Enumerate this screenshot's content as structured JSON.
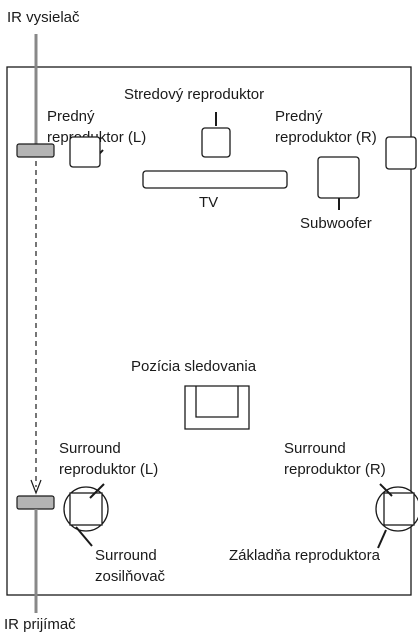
{
  "labels": {
    "ir_transmitter": "IR vysielač",
    "ir_receiver": "IR prijímač",
    "center_speaker": "Stredový reproduktor",
    "front_left_line1": "Predný",
    "front_left_line2": "reproduktor (L)",
    "front_right_line1": "Predný",
    "front_right_line2": "reproduktor (R)",
    "tv": "TV",
    "subwoofer": "Subwoofer",
    "listening_position": "Pozícia sledovania",
    "surround_left_line1": "Surround",
    "surround_left_line2": "reproduktor (L)",
    "surround_right_line1": "Surround",
    "surround_right_line2": "reproduktor (R)",
    "surround_amp_line1": "Surround",
    "surround_amp_line2": "zosilňovač",
    "speaker_stand": "Základňa reproduktora"
  },
  "colors": {
    "ir_device": "#b4b4b4",
    "ir_line": "#888888",
    "outline": "#1a1a1a"
  }
}
